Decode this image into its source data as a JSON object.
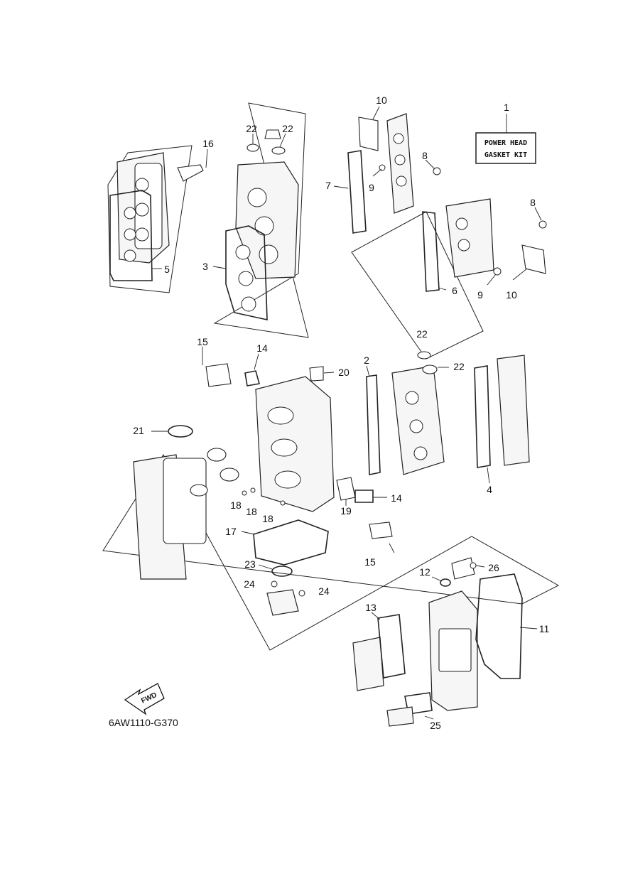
{
  "diagram": {
    "kit_box": {
      "line1": "POWER HEAD",
      "line2": "GASKET KIT"
    },
    "fwd_label": "FWD",
    "drawing_code": "6AW1110-G370",
    "callouts": {
      "c1": "1",
      "c2": "2",
      "c3": "3",
      "c4": "4",
      "c5": "5",
      "c6": "6",
      "c7": "7",
      "c8a": "8",
      "c8b": "8",
      "c9a": "9",
      "c9b": "9",
      "c10a": "10",
      "c10b": "10",
      "c11": "11",
      "c12": "12",
      "c13": "13",
      "c14a": "14",
      "c14b": "14",
      "c15a": "15",
      "c15b": "15",
      "c16": "16",
      "c17": "17",
      "c18a": "18",
      "c18b": "18",
      "c18c": "18",
      "c19": "19",
      "c20": "20",
      "c21": "21",
      "c22a": "22",
      "c22b": "22",
      "c22c": "22",
      "c22d": "22",
      "c23": "23",
      "c24a": "24",
      "c24b": "24",
      "c25": "25",
      "c26": "26"
    }
  }
}
